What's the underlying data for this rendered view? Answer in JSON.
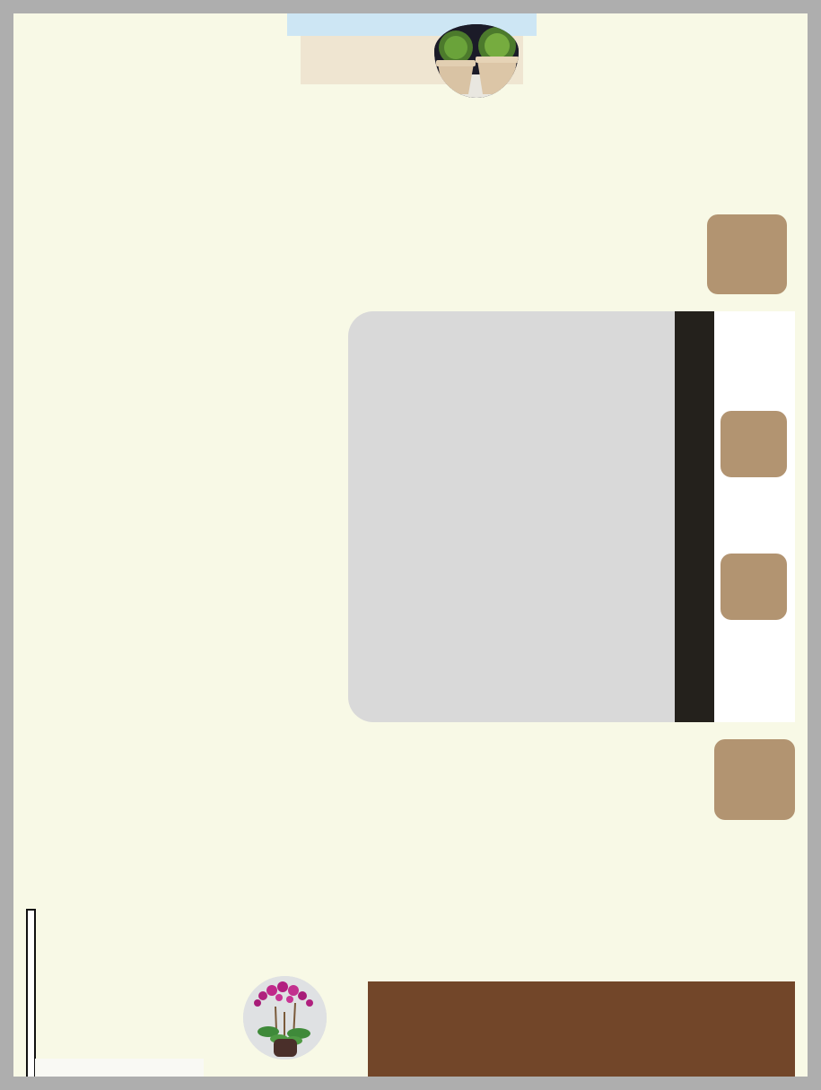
{
  "canvas": {
    "wall_color": "#aeaeae",
    "floor_color": "#f8f9e6"
  },
  "items": {
    "window": {
      "color": "#cde6f4"
    },
    "desk": {
      "color": "#efe5d1"
    },
    "bed": {
      "mattress_color": "#d9d9d9",
      "headboard_color": "#24211c",
      "frame_color": "#ffffff",
      "pillow_color": "#b29471"
    },
    "nightstands": {
      "color": "#b29471",
      "count": 2
    },
    "dresser": {
      "color": "#724629"
    },
    "plants": [
      {
        "name": "cactus-plant",
        "icon": "cactus-pots-icon"
      },
      {
        "name": "orchid-plant",
        "icon": "orchid-vase-icon"
      }
    ],
    "door": {
      "icon": "door-icon"
    },
    "rug": {
      "color": "#f9f9f4"
    }
  }
}
